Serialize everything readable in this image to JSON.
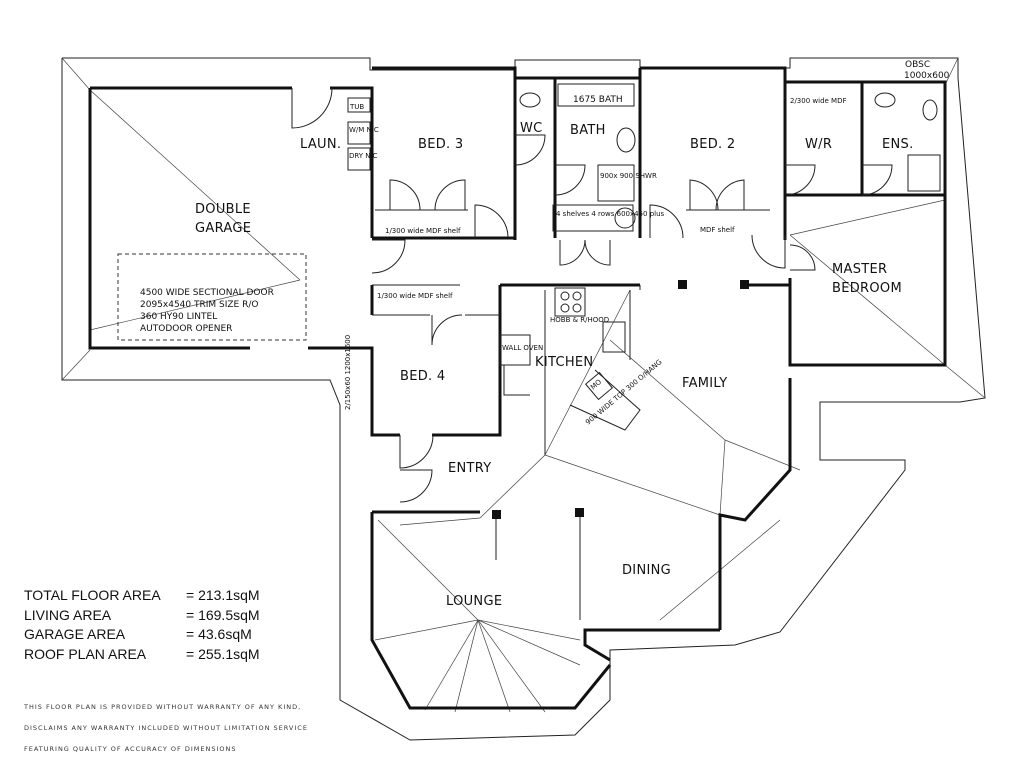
{
  "rooms": {
    "laundry": "LAUN.",
    "tub": "TUB",
    "wm_nic": "W/M NIC",
    "dry_nic": "DRY NIC",
    "bed3": "BED. 3",
    "bed3_shelf": "1/300 wide MDF shelf",
    "wc": "WC",
    "bath": "BATH",
    "bath_size": "1675 BATH",
    "hws": "900x 900 SHWR",
    "linen": "4 shelves 4 rows 600x450 plus",
    "bed2": "BED. 2",
    "bed2_shelf": "MDF shelf",
    "wr": "W/R",
    "wr_shelf": "2/300 wide MDF",
    "ens": "ENS.",
    "obsc": "OBSC",
    "obsc_size": "1000x600",
    "double_garage_1": "DOUBLE",
    "double_garage_2": "GARAGE",
    "master_1": "MASTER",
    "master_2": "BEDROOM",
    "bed4": "BED. 4",
    "bed4_shelf": "1/300 wide MDF shelf",
    "wall_oven": "WALL OVEN",
    "hobb": "HOBB & R/HOOD",
    "kitchen": "KITCHEN",
    "mo": "MO",
    "bench": "900 WIDE TOP 300 O/HANG",
    "family": "FAMILY",
    "entry": "ENTRY",
    "lounge": "LOUNGE",
    "dining": "DINING",
    "window_note": "2/150x60 1200x1600"
  },
  "garage_note": [
    "4500 WIDE SECTIONAL DOOR",
    "2095x4540 TRIM SIZE R/O",
    "360 HY90 LINTEL",
    "AUTODOOR OPENER"
  ],
  "areas": [
    {
      "label": "TOTAL FLOOR AREA",
      "value": "= 213.1sqM"
    },
    {
      "label": "LIVING AREA",
      "value": "= 169.5sqM"
    },
    {
      "label": "GARAGE AREA",
      "value": "= 43.6sqM"
    },
    {
      "label": "ROOF PLAN AREA",
      "value": "= 255.1sqM"
    }
  ],
  "disclaimer": [
    "THIS FLOOR PLAN IS PROVIDED WITHOUT WARRANTY OF ANY KIND,",
    "DISCLAIMS ANY WARRANTY INCLUDED WITHOUT LIMITATION SERVICE",
    "FEATURING QUALITY OF ACCURACY OF DIMENSIONS"
  ]
}
